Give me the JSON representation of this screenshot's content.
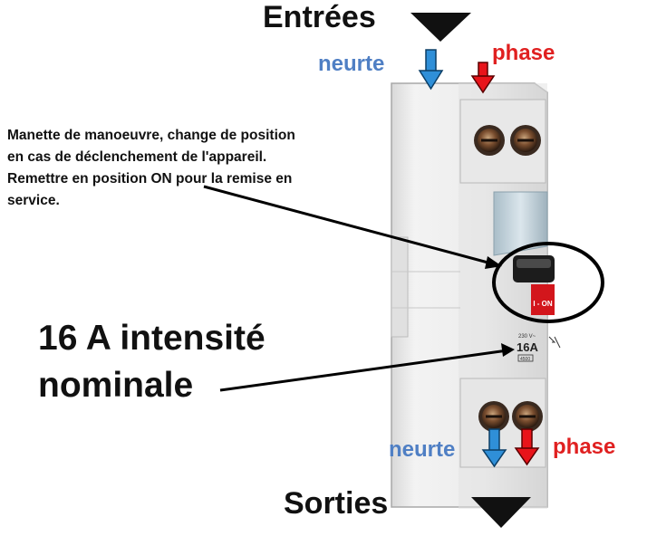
{
  "inputs_title": "Entrées",
  "outputs_title": "Sorties",
  "top_neutral_label": "neurte",
  "top_phase_label": "phase",
  "bottom_neutral_label": "neurte",
  "bottom_phase_label": "phase",
  "handle_note": {
    "line1": "Manette de manoeuvre, change de position",
    "line2": "en cas de déclenchement de l'appareil.",
    "line3": "Remettre en position ON pour la remise en",
    "line4": "service."
  },
  "rating_note": {
    "line1": "16 A intensité",
    "line2": "nominale"
  },
  "device_markings": {
    "on_label": "I - ON",
    "rating": "16A",
    "voltage": "230 V~",
    "code": "4500"
  },
  "colors": {
    "neutral": "#2f8fd8",
    "phase": "#e8141a",
    "neutral_label": "#4f7fc4",
    "phase_label": "#e02020"
  }
}
